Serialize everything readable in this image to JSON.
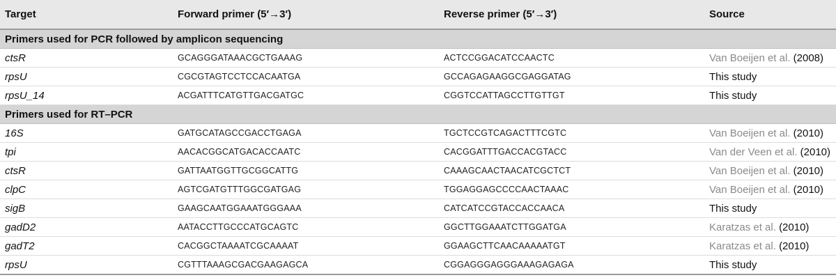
{
  "headers": {
    "target": "Target",
    "forward": "Forward primer (5′→3′)",
    "reverse": "Reverse primer (5′→3′)",
    "source": "Source"
  },
  "sections": [
    {
      "title": "Primers used for PCR followed by amplicon sequencing",
      "rows": [
        {
          "target": "ctsR",
          "forward": "GCAGGGATAAACGCTGAAAG",
          "reverse": "ACTCCGGACATCCAACTC",
          "source_text": "Van Boeijen et al.",
          "source_year": "(2008)",
          "cited": true
        },
        {
          "target": "rpsU",
          "forward": "CGCGTAGTCCTCCACAATGA",
          "reverse": "GCCAGAGAAGGCGAGGATAG",
          "source_text": "This study",
          "source_year": "",
          "cited": false
        },
        {
          "target": "rpsU_14",
          "forward": "ACGATTTCATGTTGACGATGC",
          "reverse": "CGGTCCATTAGCCTTGTTGT",
          "source_text": "This study",
          "source_year": "",
          "cited": false
        }
      ]
    },
    {
      "title": "Primers used for RT–PCR",
      "rows": [
        {
          "target": "16S",
          "forward": "GATGCATAGCCGACCTGAGA",
          "reverse": "TGCTCCGTCAGACTTTCGTC",
          "source_text": "Van Boeijen et al.",
          "source_year": "(2010)",
          "cited": true
        },
        {
          "target": "tpi",
          "forward": "AACACGGCATGACACCAATC",
          "reverse": "CACGGATTTGACCACGTACC",
          "source_text": "Van der Veen et al.",
          "source_year": "(2010)",
          "cited": true
        },
        {
          "target": "ctsR",
          "forward": "GATTAATGGTTGCGGCATTG",
          "reverse": "CAAAGCAACTAACATCGCTCT",
          "source_text": "Van Boeijen et al.",
          "source_year": "(2010)",
          "cited": true
        },
        {
          "target": "clpC",
          "forward": "AGTCGATGTTTGGCGATGAG",
          "reverse": "TGGAGGAGCCCCAACTAAAC",
          "source_text": "Van Boeijen et al.",
          "source_year": "(2010)",
          "cited": true
        },
        {
          "target": "sigB",
          "forward": "GAAGCAATGGAAATGGGAAA",
          "reverse": "CATCATCCGTACCACCAACA",
          "source_text": "This study",
          "source_year": "",
          "cited": false
        },
        {
          "target": "gadD2",
          "forward": "AATACCTTGCCCATGCAGTC",
          "reverse": "GGCTTGGAAATCTTGGATGA",
          "source_text": "Karatzas et al.",
          "source_year": "(2010)",
          "cited": true
        },
        {
          "target": "gadT2",
          "forward": "CACGGCTAAAATCGCAAAAT",
          "reverse": "GGAAGCTTCAACAAAAATGT",
          "source_text": "Karatzas et al.",
          "source_year": "(2010)",
          "cited": true
        },
        {
          "target": "rpsU",
          "forward": "CGTTTAAAGCGACGAAGAGCA",
          "reverse": "CGGAGGGAGGGAAAGAGAGA",
          "source_text": "This study",
          "source_year": "",
          "cited": false
        }
      ]
    }
  ],
  "colors": {
    "header_bg": "#e8e8e8",
    "section_bg": "#d5d5d5",
    "citation_gray": "#8a8a8a"
  }
}
